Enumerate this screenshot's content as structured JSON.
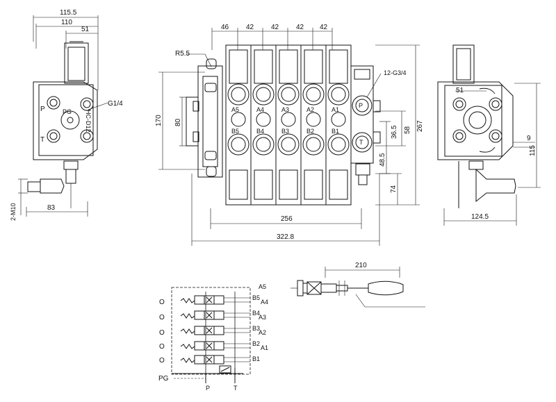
{
  "left_view": {
    "dims": {
      "d1": "115.5",
      "d2": "110",
      "d3": "51",
      "d4": "83"
    },
    "labels": {
      "thread": "G1/4",
      "p": "P",
      "t": "T",
      "pg": "PG",
      "m10": "2-M10",
      "side_mark": "HC-D12"
    }
  },
  "front_view": {
    "top_dims": [
      "46",
      "42",
      "42",
      "42",
      "42"
    ],
    "labels": {
      "radius": "R5.5",
      "ports": "12-G3/4",
      "p": "P",
      "t": "T"
    },
    "a_ports": [
      "A5",
      "A4",
      "A3",
      "A2",
      "A1"
    ],
    "b_ports": [
      "B5",
      "B4",
      "B3",
      "B2",
      "B1"
    ],
    "dims": {
      "height": "170",
      "inner": "80",
      "d365": "36.5",
      "d58": "58",
      "d267": "267",
      "d485": "48.5",
      "d74": "74",
      "w256": "256",
      "w3228": "322.8"
    }
  },
  "right_view": {
    "dims": {
      "d51": "51",
      "d9": "9",
      "d115": "115",
      "d1245": "124.5"
    }
  },
  "handle_view": {
    "dims": {
      "length": "210"
    }
  },
  "schematic": {
    "left_labels": [
      "O",
      "O",
      "O",
      "O",
      "O"
    ],
    "right_labels": [
      "A5",
      "B5",
      "A4",
      "B4",
      "A3",
      "B3",
      "A2",
      "B2",
      "A1",
      "B1"
    ],
    "bottom": {
      "pg": "PG",
      "p": "P",
      "t": "T"
    }
  }
}
